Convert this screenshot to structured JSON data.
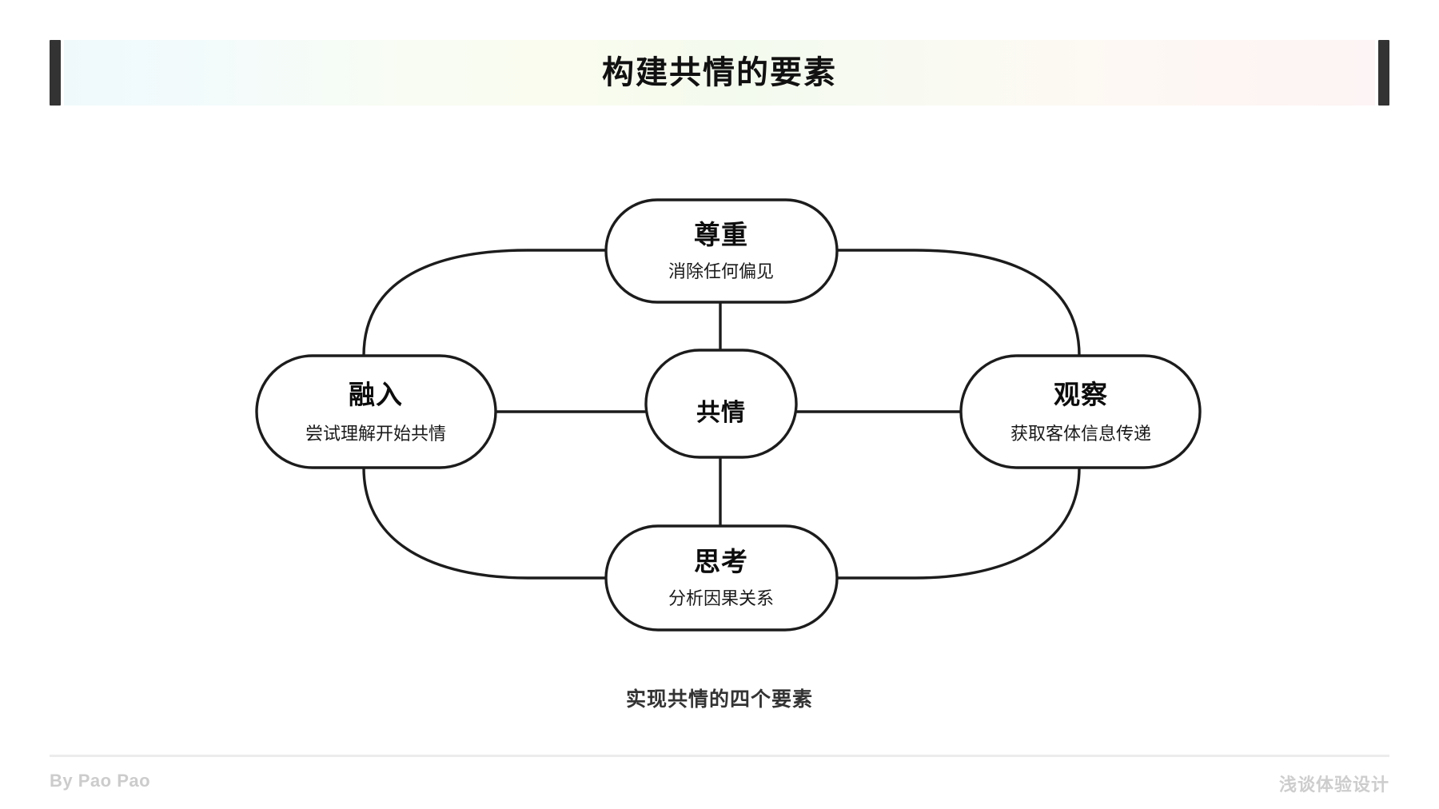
{
  "header": {
    "title": "构建共情的要素",
    "bar_color": "#333333",
    "gradient_start": "#eff9fc",
    "gradient_mid": "#fafcef",
    "gradient_end": "#fdf4f5"
  },
  "diagram": {
    "caption": "实现共情的四个要素",
    "stroke_color": "#1c1c1c",
    "node_fill": "#ffffff",
    "center": {
      "title": "共情"
    },
    "nodes": [
      {
        "position": "top",
        "title": "尊重",
        "subtitle": "消除任何偏见"
      },
      {
        "position": "left",
        "title": "融入",
        "subtitle": "尝试理解开始共情"
      },
      {
        "position": "right",
        "title": "观察",
        "subtitle": "获取客体信息传递"
      },
      {
        "position": "bottom",
        "title": "思考",
        "subtitle": "分析因果关系"
      }
    ]
  },
  "footer": {
    "author": "By Pao Pao",
    "series": "浅谈体验设计",
    "rule_color": "#ececec",
    "text_color": "#cccccc"
  }
}
